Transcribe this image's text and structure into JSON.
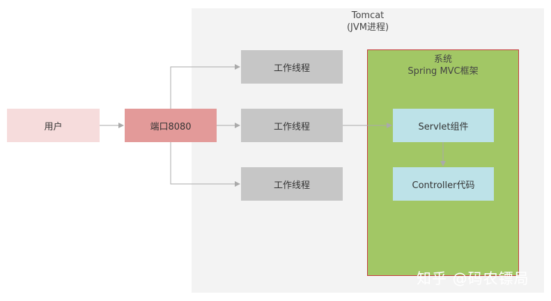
{
  "tomcat": {
    "title": "Tomcat",
    "subtitle": "(JVM进程)"
  },
  "user": {
    "label": "用户"
  },
  "port": {
    "label": "端口8080"
  },
  "workers": [
    {
      "label": "工作线程"
    },
    {
      "label": "工作线程"
    },
    {
      "label": "工作线程"
    }
  ],
  "system": {
    "title": "系统",
    "subtitle": "Spring MVC框架"
  },
  "servlet": {
    "label": "Servlet组件"
  },
  "controller": {
    "label": "Controller代码"
  },
  "watermark": {
    "text": "知乎 @码农镖局"
  },
  "colors": {
    "tomcat_bg": "#f3f3f3",
    "user_bg": "#f6dcdc",
    "port_bg": "#e39a99",
    "worker_bg": "#c6c6c6",
    "system_bg": "#a2c765",
    "system_border": "#c43a3a",
    "component_bg": "#bde2e8",
    "arrow": "#aaaaaa"
  }
}
